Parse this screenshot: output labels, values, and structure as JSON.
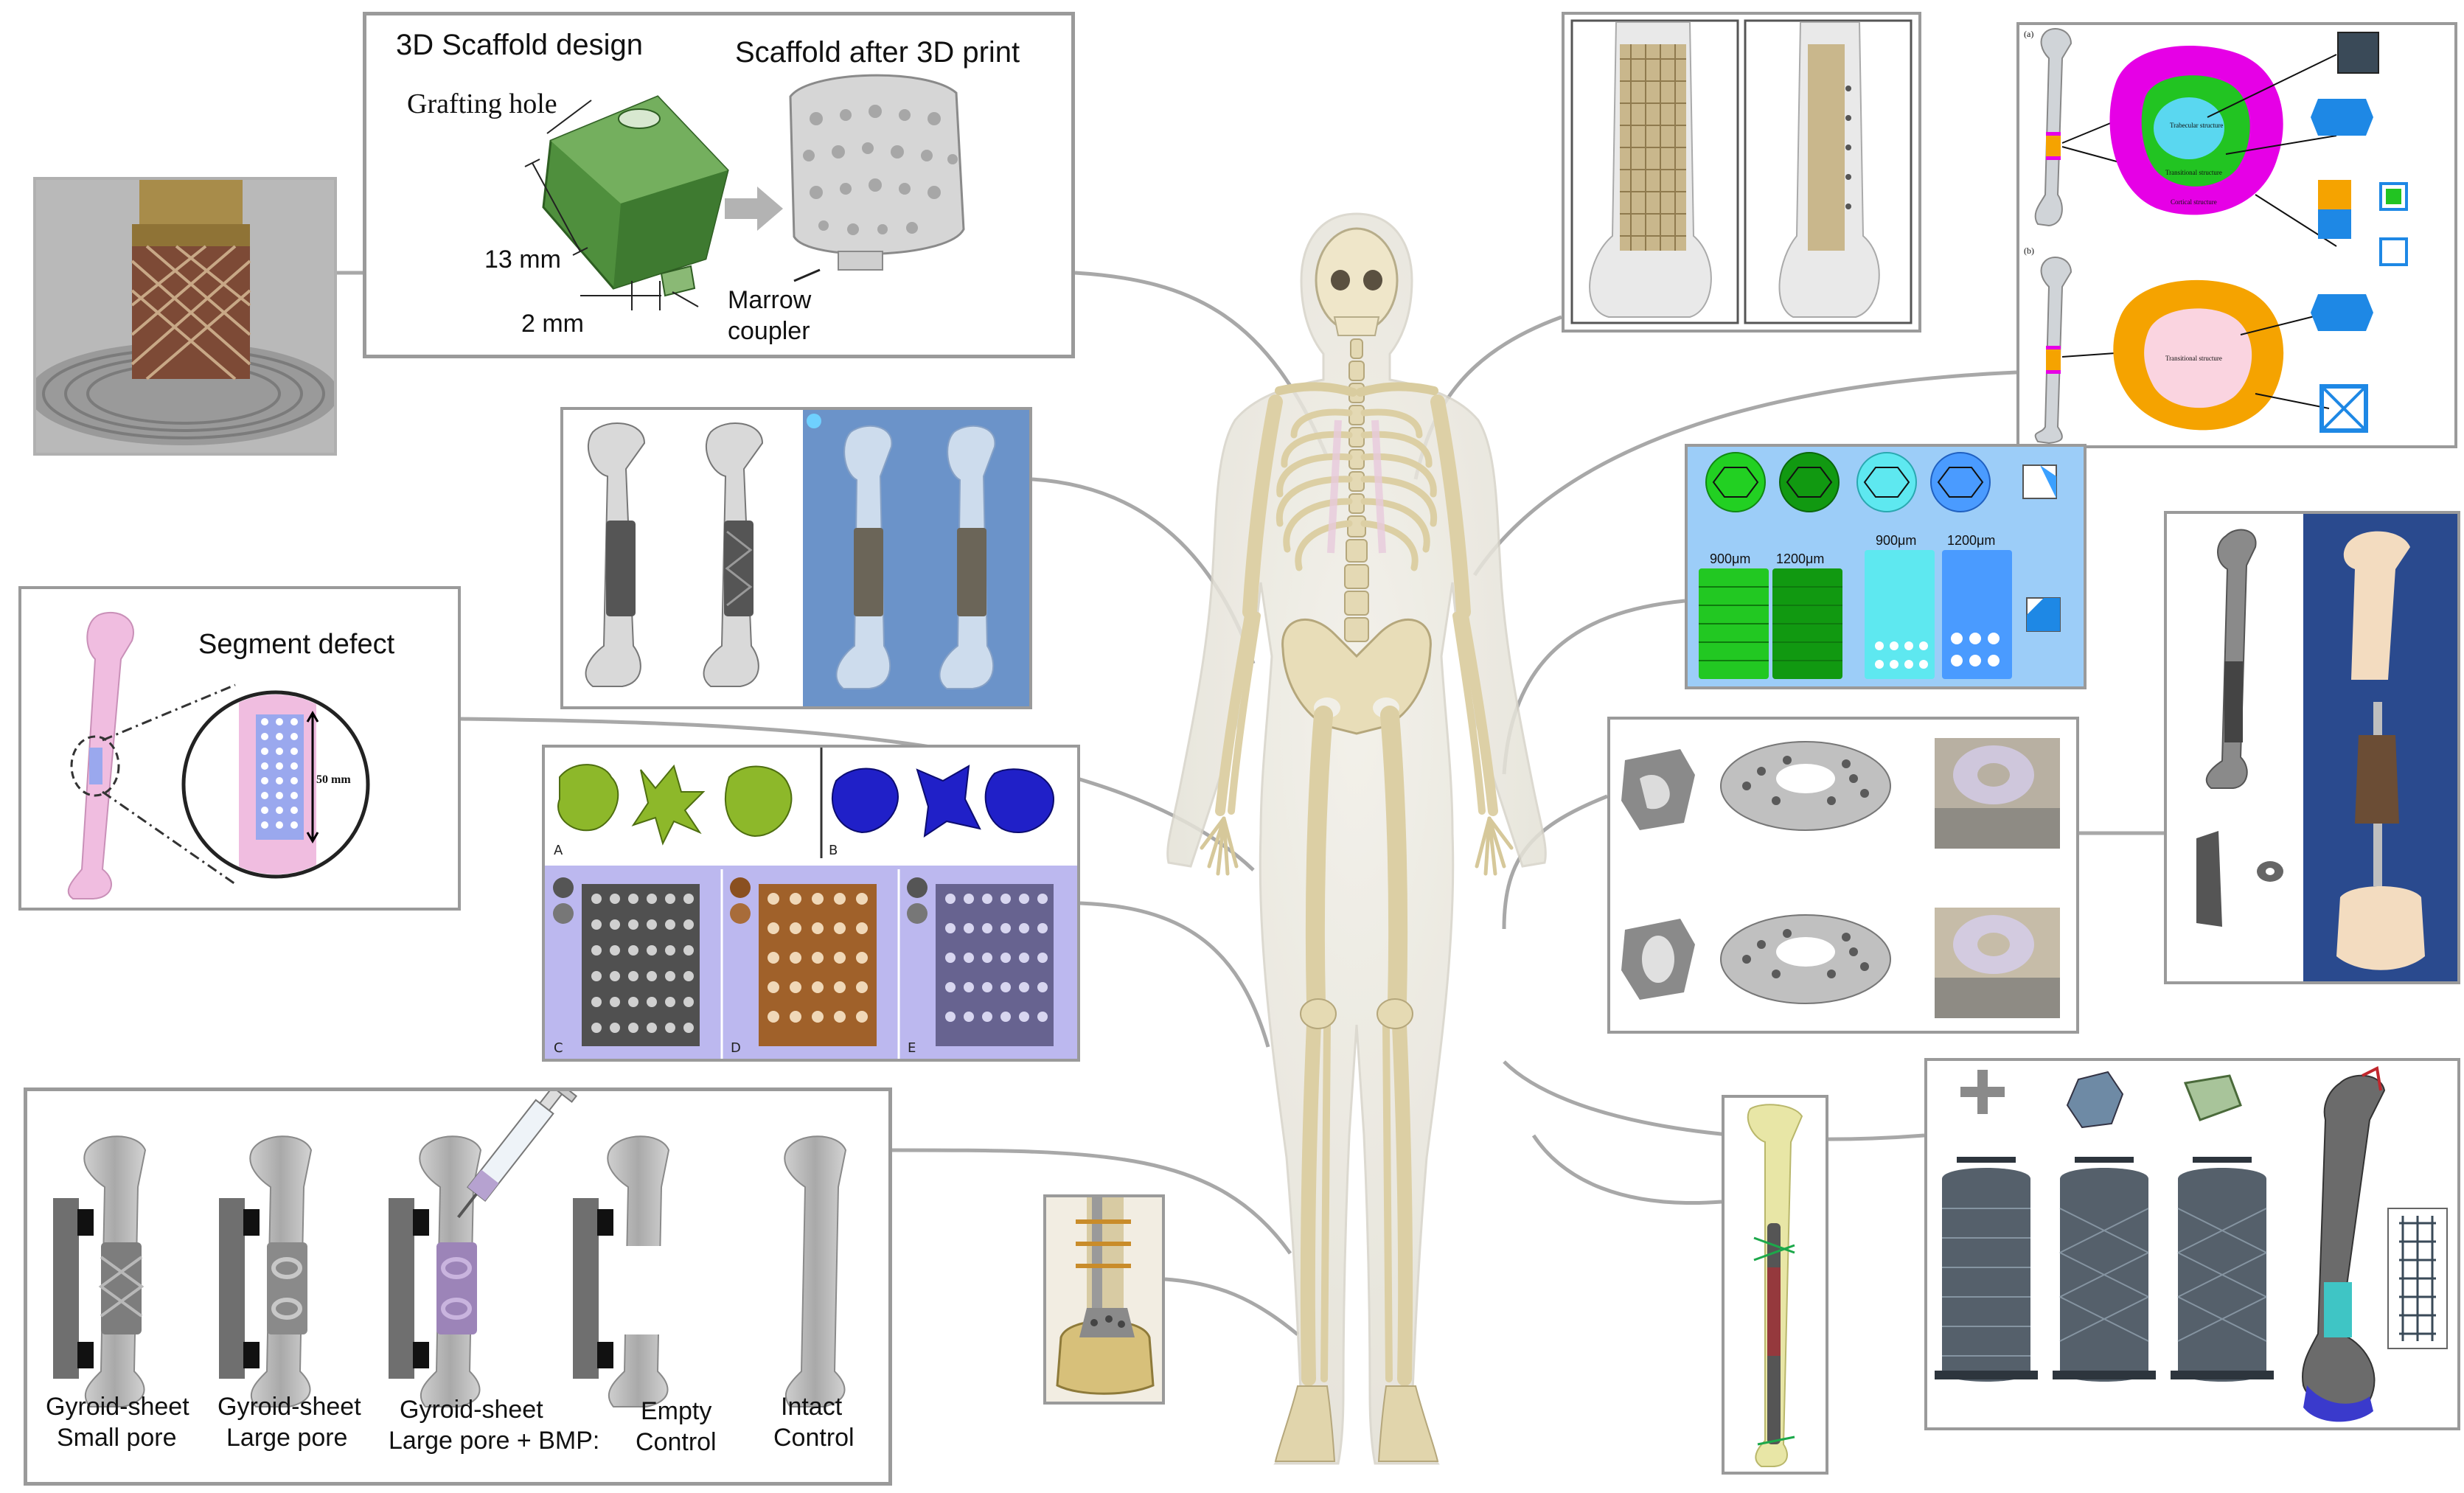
{
  "colors": {
    "panel_border": "#9a9a9a",
    "connector": "#a8a8a8",
    "bone": "#d8d2b8",
    "scaffold_green": "#4f8f3d",
    "lavender_bg": "#bcb8ef",
    "lightblue_bg": "#9ccdf8",
    "pink_bone": "#f0bde0",
    "magenta": "#e600e6",
    "orange": "#f5a300"
  },
  "scaffold_design": {
    "design_title": "3D Scaffold design",
    "print_title": "Scaffold after 3D print",
    "grafting_hole": "Grafting hole",
    "dim_13": "13 mm",
    "dim_2": "2 mm",
    "marrow_line1": "Marrow",
    "marrow_line2": "coupler"
  },
  "segment_defect": {
    "title": "Segment defect",
    "measure": "50 mm"
  },
  "porous_cylinders": {
    "label_900_a": "900μm",
    "label_1200_a": "1200μm",
    "label_900_b": "900μm",
    "label_1200_b": "1200μm"
  },
  "tpms_panel": {
    "label_a": "A",
    "label_b": "B",
    "label_c": "C",
    "label_d": "D",
    "label_e": "E"
  },
  "rat_femur_groups": [
    {
      "line1": "Gyroid-sheet",
      "line2": "Small pore"
    },
    {
      "line1": "Gyroid-sheet",
      "line2": "Large pore"
    },
    {
      "line1": "Gyroid-sheet",
      "line2": "Large pore + BMP:"
    },
    {
      "line1": "Empty",
      "line2": "Control"
    },
    {
      "line1": "Intact",
      "line2": "Control"
    }
  ],
  "cross_section": {
    "label_a": "(a)",
    "label_b": "(b)",
    "trabecular": "Trabecular structure",
    "transitional": "Transitional structure",
    "cortical": "Cortical structure"
  }
}
